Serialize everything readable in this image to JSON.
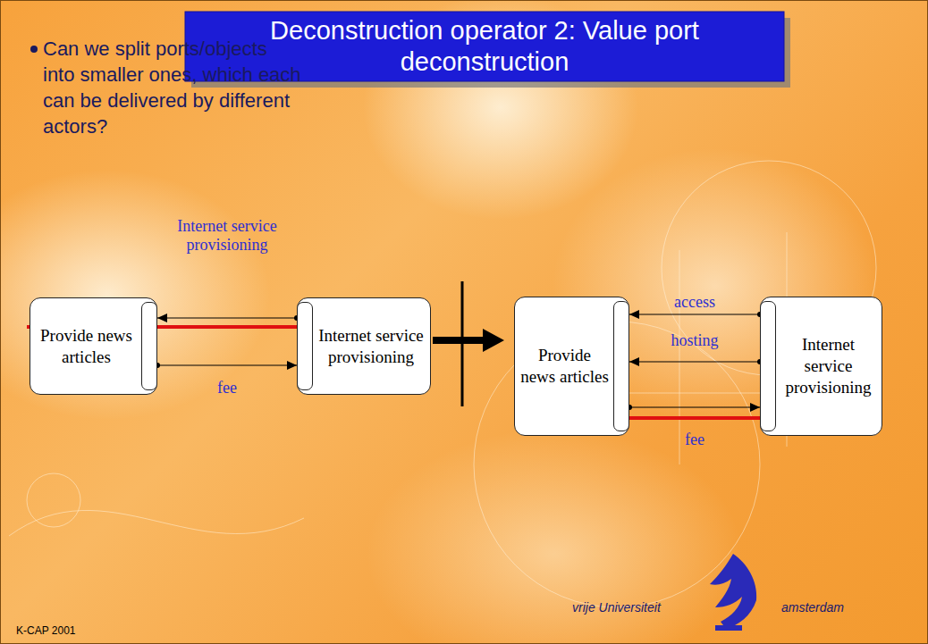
{
  "diagram": {
    "title": "Deconstruction operator 2: Value port deconstruction",
    "nodes": [
      {
        "text": [
          "Provide news articles"
        ]
      },
      {
        "text": [
          "Internet service provisioning"
        ]
      },
      {
        "text": [
          "Provide news articles"
        ]
      },
      {
        "text": [
          "Internet service provisioning"
        ]
      }
    ],
    "edges": [
      {
        "from": 1,
        "to": 0,
        "arrow": "to",
        "label": "Internet service provisioning"
      },
      {
        "from": 0,
        "to": 1,
        "arrow": "to",
        "label": "fee"
      },
      {
        "from": 3,
        "to": 2,
        "arrow": "to",
        "label": "access"
      },
      {
        "from": 3,
        "to": 2,
        "arrow": "to",
        "label": "hosting"
      },
      {
        "from": 2,
        "to": 3,
        "arrow": "to",
        "label": "fee"
      }
    ],
    "labels": [
      "Can we split ports/objects into smaller ones, which each can be delivered by different actors?",
      "K-CAP 2001",
      "vrije Universiteit",
      "amsterdam"
    ]
  }
}
